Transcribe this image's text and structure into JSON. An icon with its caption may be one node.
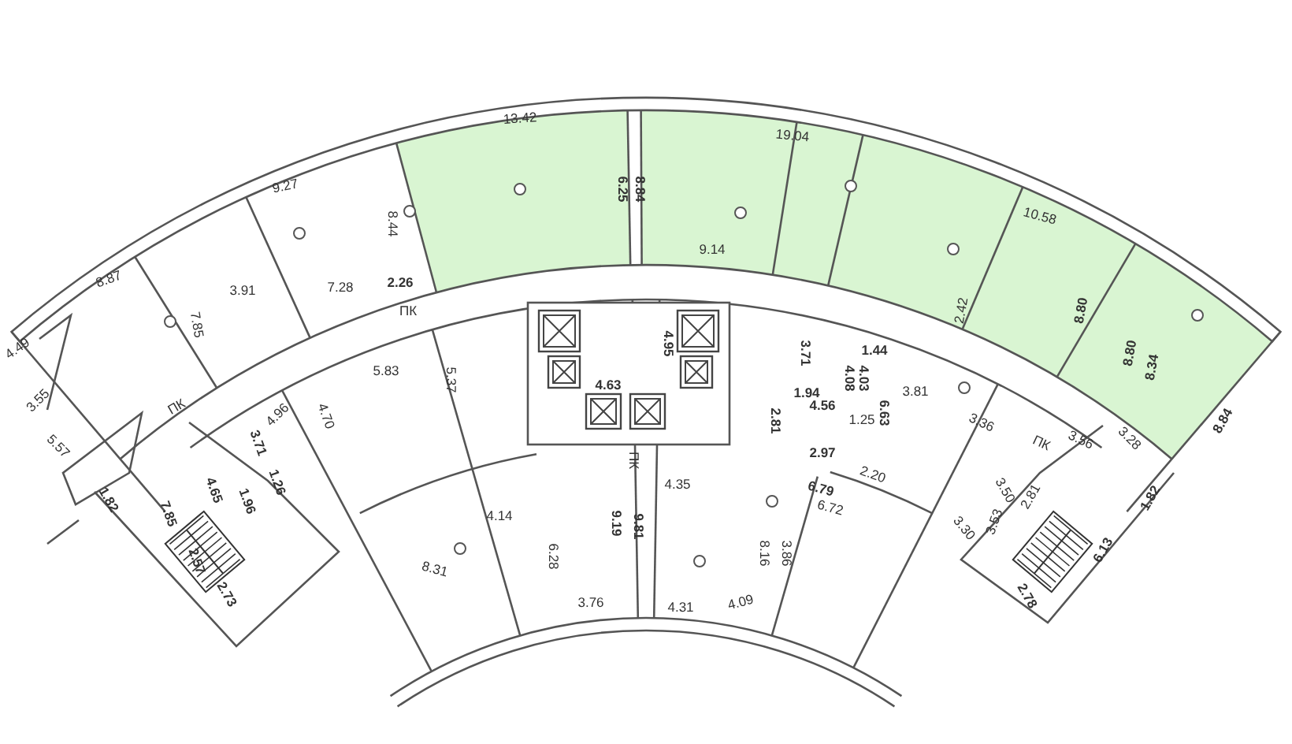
{
  "diagram": {
    "labels": [
      "13.42",
      "19.04",
      "9.27",
      "6.25",
      "8.84",
      "8.87",
      "8.44",
      "10.58",
      "9.14",
      "3.91",
      "7.28",
      "2.26",
      "ПК",
      "7.85",
      "2.42",
      "8.80",
      "4.49",
      "4.95",
      "5.83",
      "8.80",
      "8.34",
      "3.71",
      "1.44",
      "5.37",
      "4.63",
      "4.08",
      "4.03",
      "1.94",
      "3.55",
      "2.81",
      "4.56",
      "1.25",
      "6.63",
      "3.81",
      "4.96",
      "4.70",
      "3.36",
      "ПК",
      "3.71",
      "3.56",
      "2.97",
      "ПК",
      "5.57",
      "3.28",
      "8.84",
      "ПК",
      "2.20",
      "4.65",
      "1.96",
      "1.26",
      "4.35",
      "6.79",
      "6.72",
      "1.82",
      "3.50",
      "2.81",
      "1.82",
      "7.85",
      "4.14",
      "9.19",
      "9.81",
      "3.53",
      "2.57",
      "6.28",
      "8.16",
      "3.86",
      "6.13",
      "8.31",
      "3.30",
      "2.73",
      "3.76",
      "4.31",
      "4.09",
      "2.78"
    ]
  }
}
